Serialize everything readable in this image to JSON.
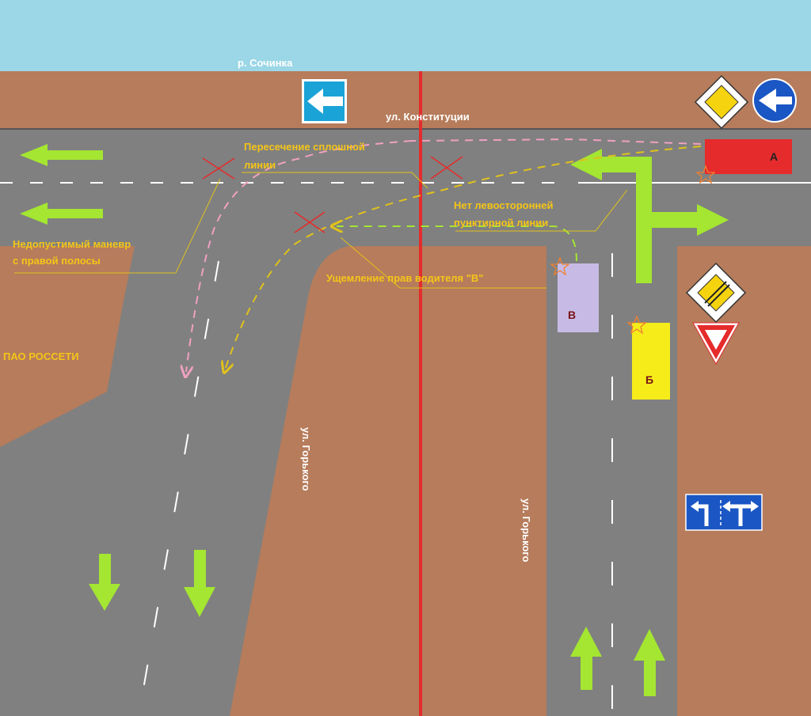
{
  "labels": {
    "river": "р. Сочинка",
    "street_main": "ул. Конституции",
    "street_gorky_1": "ул. Горького",
    "street_gorky_2": "ул. Горького",
    "org": "ПАО РОССЕТИ",
    "note_solid_line_1": "Пересечение сплошной",
    "note_solid_line_2": "линии",
    "note_no_dashed_1": "Нет левосторонней",
    "note_no_dashed_2": "пунктирной линии",
    "note_wrong_lane_1": "Недопустимый маневр",
    "note_wrong_lane_2": "с правой полосы",
    "note_rights": "Ущемление прав водителя \"В\""
  },
  "vehicles": {
    "a": "А",
    "b": "Б",
    "v": "В"
  },
  "colors": {
    "sky": "#9bd7e6",
    "ground": "#b67c5b",
    "road": "#808080",
    "arrow": "#a4e631",
    "note": "#f5c518",
    "boundary": "#e52b2b",
    "car_a": "#e52b2b",
    "car_b": "#f5ec1a",
    "car_v": "#c7bbe6",
    "sign_blue": "#1a56c4"
  },
  "icons": [
    "arrow-left-sign-icon",
    "priority-road-sign-icon",
    "keep-left-sign-icon",
    "end-priority-road-sign-icon",
    "yield-sign-icon",
    "lane-direction-sign-icon"
  ]
}
